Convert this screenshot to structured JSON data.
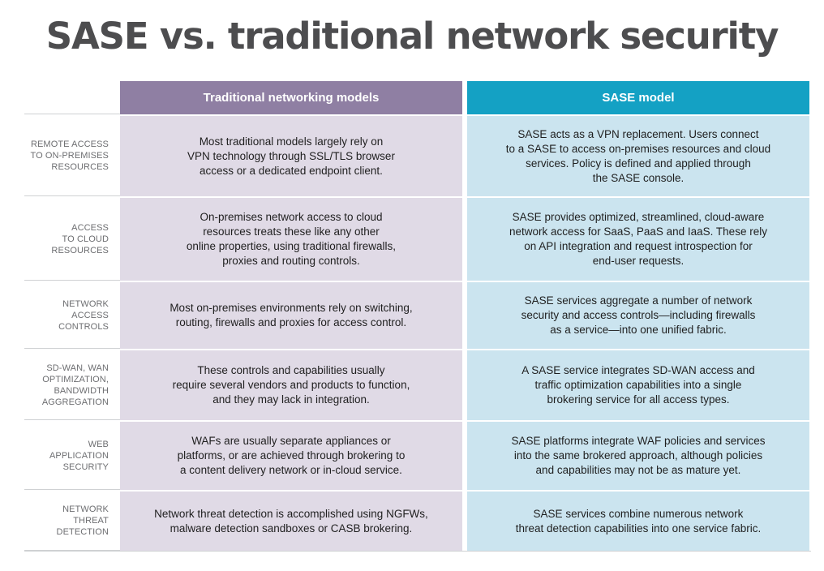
{
  "title": "SASE vs. traditional network security",
  "columns": {
    "traditional": "Traditional networking models",
    "sase": "SASE model"
  },
  "rows": [
    {
      "label": "REMOTE ACCESS\nTO ON-PREMISES\nRESOURCES",
      "traditional": "Most traditional models largely rely on\nVPN technology through SSL/TLS browser\naccess or a dedicated endpoint client.",
      "sase": "SASE acts as a VPN replacement. Users connect\nto a SASE to access on-premises resources and cloud\nservices. Policy is defined and applied through\nthe SASE console."
    },
    {
      "label": "ACCESS\nTO CLOUD\nRESOURCES",
      "traditional": "On-premises network access to cloud\nresources treats these like any other\nonline properties, using traditional firewalls,\nproxies and routing controls.",
      "sase": "SASE provides optimized, streamlined, cloud-aware\nnetwork access for SaaS, PaaS and IaaS. These rely\non API integration and request introspection for\nend-user requests."
    },
    {
      "label": "NETWORK\nACCESS\nCONTROLS",
      "traditional": "Most on-premises environments rely on switching,\nrouting, firewalls and proxies for access control.",
      "sase": "SASE services aggregate a number of network\nsecurity and access controls—including firewalls\nas a service—into one unified fabric."
    },
    {
      "label": "SD-WAN, WAN\nOPTIMIZATION,\nBANDWIDTH\nAGGREGATION",
      "traditional": "These controls and capabilities usually\nrequire several vendors and products to function,\nand they may lack in integration.",
      "sase": "A SASE service integrates SD-WAN access and\ntraffic optimization capabilities into a single\nbrokering service for all access types."
    },
    {
      "label": "WEB\nAPPLICATION\nSECURITY",
      "traditional": "WAFs are usually separate appliances or\nplatforms, or are achieved through brokering to\na content delivery network or in-cloud service.",
      "sase": "SASE platforms integrate WAF policies and services\ninto the same brokered approach, although policies\nand capabilities may not be as mature yet."
    },
    {
      "label": "NETWORK\nTHREAT\nDETECTION",
      "traditional": "Network threat detection is accomplished using NGFWs,\nmalware detection sandboxes or CASB brokering.",
      "sase": "SASE services combine numerous network\nthreat detection capabilities into one service fabric."
    }
  ],
  "colors": {
    "traditional_header": "#8f7fa3",
    "traditional_cell": "#e0dae6",
    "sase_header": "#14a1c4",
    "sase_cell": "#cbe4ef",
    "title": "#4d4d4f",
    "label": "#6d6e71"
  }
}
